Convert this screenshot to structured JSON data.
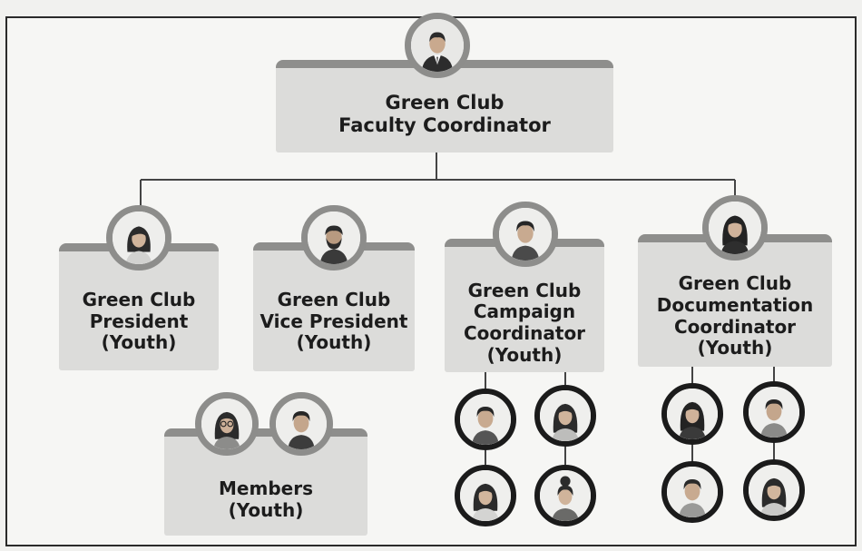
{
  "top": {
    "line1": "Green Club",
    "line2": "Faculty Coordinator"
  },
  "president": {
    "line1": "Green Club",
    "line2": "President",
    "line3": "(Youth)"
  },
  "vice_president": {
    "line1": "Green Club",
    "line2": "Vice President",
    "line3": "(Youth)"
  },
  "campaign": {
    "line1": "Green Club",
    "line2": "Campaign",
    "line3": "Coordinator",
    "line4": "(Youth)"
  },
  "documentation": {
    "line1": "Green Club",
    "line2": "Documentation",
    "line3": "Coordinator",
    "line4": "(Youth)"
  },
  "members": {
    "line1": "Members",
    "line2": "(Youth)"
  },
  "colors": {
    "box_fill": "#dcdcda",
    "box_top_bar": "#8e8e8c",
    "ring_grey": "#8d8d8b",
    "ring_black": "#1b1b1b",
    "line": "#444444"
  },
  "icons": {
    "faculty": "man-suit-icon",
    "president": "woman-icon",
    "vice_president": "bearded-man-icon",
    "campaign": "man-icon",
    "documentation": "woman-icon",
    "members": [
      "woman-glasses-icon",
      "man-icon"
    ],
    "campaign_members": [
      "man-icon",
      "woman-icon",
      "woman-icon",
      "woman-bun-icon"
    ],
    "documentation_members": [
      "woman-icon",
      "man-icon",
      "man-icon",
      "woman-icon"
    ]
  }
}
